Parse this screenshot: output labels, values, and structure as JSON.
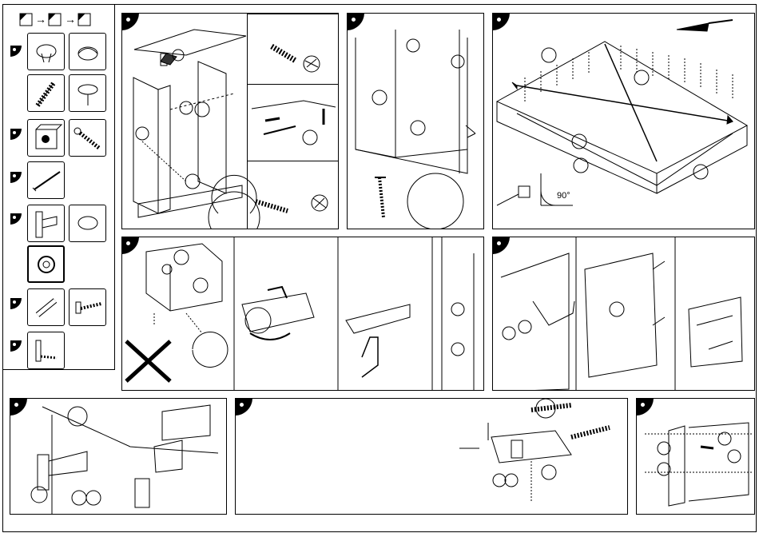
{
  "sheet": {
    "angle_label": "90°",
    "arrow_glyph": "→"
  },
  "legend": {
    "rows": [
      {
        "name": "dowel-pin"
      },
      {
        "name": "cam-lock-cap"
      },
      {
        "name": "confirmat-screw"
      },
      {
        "name": "nail"
      },
      {
        "name": "hinge-plate"
      },
      {
        "name": "wall-plug"
      },
      {
        "name": "door-hinge"
      }
    ]
  }
}
